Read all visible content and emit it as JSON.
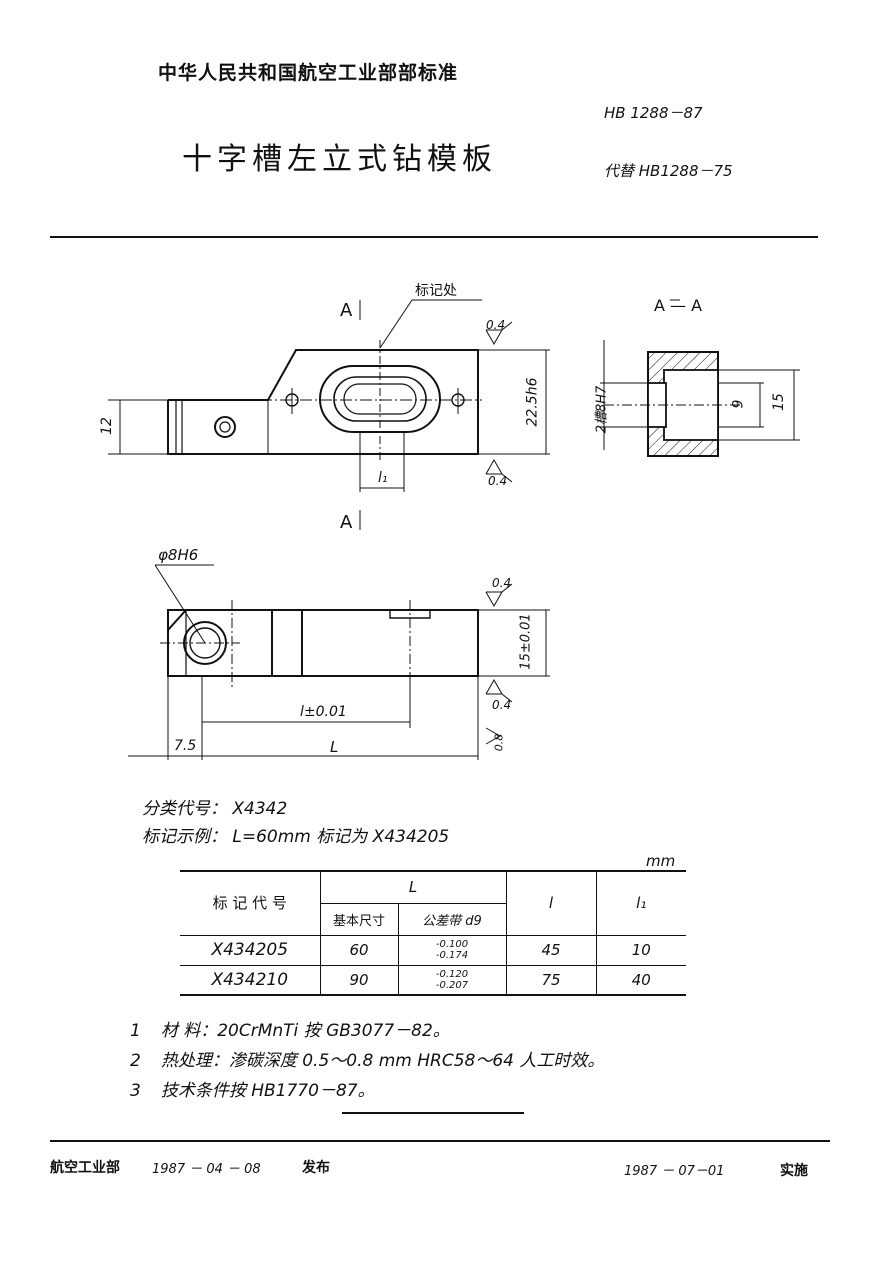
{
  "header": {
    "org": "中华人民共和国航空工业部部标准",
    "title": "十字槽左立式钻模板",
    "std_no": "HB 1288－87",
    "replaces": "代替 HB1288－75"
  },
  "drawing": {
    "section_marker": "A",
    "section_title": "A — A",
    "mark_label": "标记处",
    "rough_04": "0.4",
    "rough_08": "0.8",
    "dim_12": "12",
    "dim_225h6": "22.5h6",
    "dim_l1": "l₁",
    "dim_bore": "φ8H6",
    "dim_15tol": "15±0.01",
    "dim_ltol": "l±0.01",
    "dim_75": "7.5",
    "dim_L": "L",
    "dim_slot": "2槽8H7",
    "dim_9": "9",
    "dim_15": "15"
  },
  "info": {
    "code_line": "分类代号： X4342",
    "example_line": "标记示例： L=60mm   标记为   X434205"
  },
  "table": {
    "unit": "mm",
    "headers": {
      "code": "标 记 代 号",
      "L": "L",
      "basic": "基本尺寸",
      "tol": "公差带 d9",
      "l": "l",
      "l1": "l₁"
    },
    "rows": [
      {
        "code": "X434205",
        "basic": "60",
        "tol_up": "-0.100",
        "tol_low": "-0.174",
        "l": "45",
        "l1": "10"
      },
      {
        "code": "X434210",
        "basic": "90",
        "tol_up": "-0.120",
        "tol_low": "-0.207",
        "l": "75",
        "l1": "40"
      }
    ]
  },
  "notes": [
    {
      "num": "1",
      "text": "材   料：20CrMnTi 按 GB3077－82。"
    },
    {
      "num": "2",
      "text": "热处理：渗碳深度 0.5～0.8 mm    HRC58～64   人工时效。"
    },
    {
      "num": "3",
      "text": "技术条件按 HB1770－87。"
    }
  ],
  "footer": {
    "issuer": "航空工业部",
    "issue_date": "1987 － 04 － 08",
    "issue_word": "发布",
    "impl_date": "1987 － 07－01",
    "impl_word": "实施"
  }
}
